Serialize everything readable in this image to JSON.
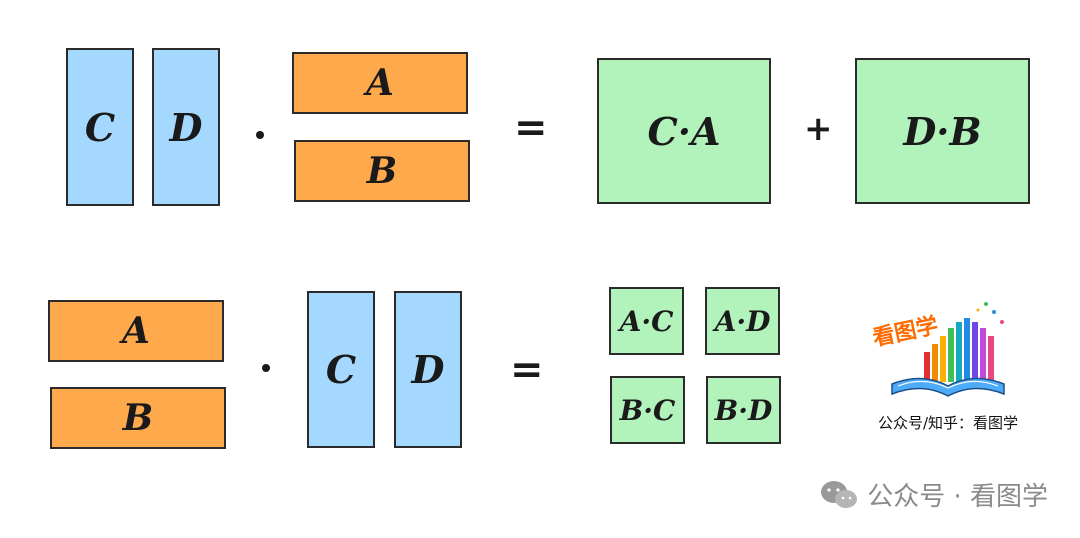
{
  "row1": {
    "left_cols": [
      "C",
      "D"
    ],
    "right_rows": [
      "A",
      "B"
    ],
    "equals": "=",
    "plus": "+",
    "results": [
      "C·A",
      "D·B"
    ]
  },
  "row2": {
    "left_rows": [
      "A",
      "B"
    ],
    "right_cols": [
      "C",
      "D"
    ],
    "equals": "=",
    "results": [
      "A·C",
      "A·D",
      "B·C",
      "B·D"
    ]
  },
  "logo": {
    "title": "看图学",
    "caption": "公众号/知乎：看图学"
  },
  "watermark": {
    "text": "公众号 · 看图学"
  },
  "colors": {
    "blue": "#a5d8ff",
    "orange": "#ffa94d",
    "green": "#b2f2bb"
  }
}
